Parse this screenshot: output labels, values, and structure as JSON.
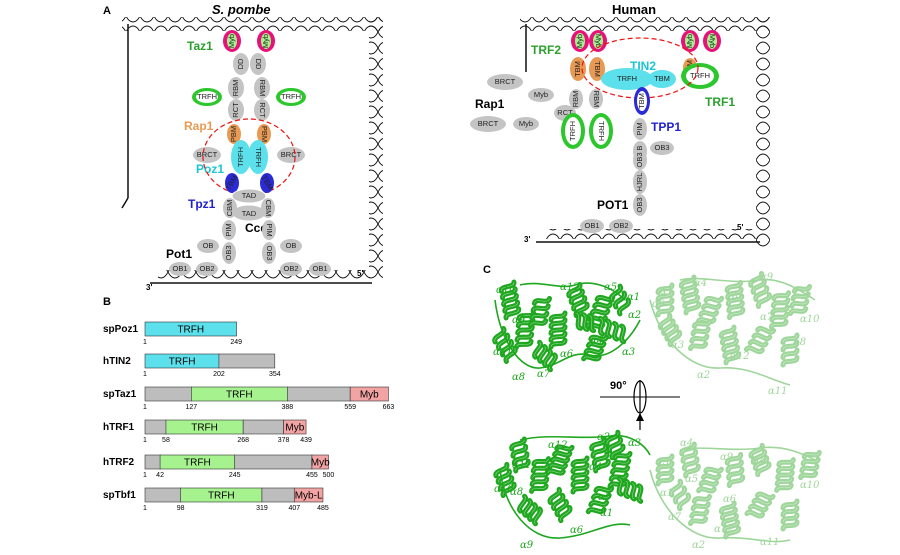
{
  "panel_a": {
    "letter": "A",
    "title_left": "S. pombe",
    "title_right": "Human",
    "spombe": {
      "taz1": "Taz1",
      "rap1": "Rap1",
      "poz1": "Poz1",
      "tpz1": "Tpz1",
      "ccq1": "Ccq1",
      "pot1": "Pot1",
      "end3": "3'",
      "end5": "5'",
      "domains": {
        "myb": "Myb",
        "dd": "DD",
        "rct": "RCT",
        "rbm": "RBM",
        "trfh": "TRFH",
        "pbm": "PBM",
        "brct": "BRCT",
        "tbm": "TBM",
        "tad": "TAD",
        "cbm": "CBM",
        "pim": "PIM",
        "ob": "OB",
        "ob3": "OB3",
        "ob1": "OB1",
        "ob2": "OB2"
      }
    },
    "human": {
      "trf2": "TRF2",
      "tin2": "TIN2",
      "rap1": "Rap1",
      "trf1": "TRF1",
      "tpp1": "TPP1",
      "pot1": "POT1",
      "end3": "3'",
      "end5": "5'",
      "domains": {
        "myb": "Myb",
        "tbm": "TBM",
        "trfh": "TRFH",
        "brct": "BRCT",
        "rct": "RCT",
        "rbm": "RBM",
        "pim": "PIM",
        "ob": "OB",
        "ob3": "OB3",
        "hjrl": "HJRL",
        "ob1": "OB1",
        "ob2": "OB2"
      }
    }
  },
  "panel_b": {
    "letter": "B",
    "proteins": [
      {
        "name": "spPoz1",
        "length": 249,
        "segments": [
          {
            "label": "TRFH",
            "start": 1,
            "end": 249,
            "type": "trfh_cyan"
          }
        ],
        "ticks": [
          1,
          249
        ]
      },
      {
        "name": "hTIN2",
        "length": 354,
        "segments": [
          {
            "label": "TRFH",
            "start": 1,
            "end": 202,
            "type": "trfh_cyan"
          },
          {
            "label": "",
            "start": 202,
            "end": 354,
            "type": "gray"
          }
        ],
        "ticks": [
          1,
          202,
          354
        ]
      },
      {
        "name": "spTaz1",
        "length": 663,
        "segments": [
          {
            "label": "",
            "start": 1,
            "end": 127,
            "type": "gray"
          },
          {
            "label": "TRFH",
            "start": 127,
            "end": 388,
            "type": "trfh_green"
          },
          {
            "label": "",
            "start": 388,
            "end": 559,
            "type": "gray"
          },
          {
            "label": "Myb",
            "start": 559,
            "end": 663,
            "type": "myb"
          }
        ],
        "ticks": [
          1,
          127,
          388,
          559,
          663
        ]
      },
      {
        "name": "hTRF1",
        "length": 439,
        "segments": [
          {
            "label": "",
            "start": 1,
            "end": 58,
            "type": "gray"
          },
          {
            "label": "TRFH",
            "start": 58,
            "end": 268,
            "type": "trfh_green"
          },
          {
            "label": "",
            "start": 268,
            "end": 378,
            "type": "gray"
          },
          {
            "label": "Myb",
            "start": 378,
            "end": 439,
            "type": "myb"
          }
        ],
        "ticks": [
          1,
          58,
          268,
          378,
          439
        ]
      },
      {
        "name": "hTRF2",
        "length": 500,
        "segments": [
          {
            "label": "",
            "start": 1,
            "end": 42,
            "type": "gray"
          },
          {
            "label": "TRFH",
            "start": 42,
            "end": 245,
            "type": "trfh_green"
          },
          {
            "label": "",
            "start": 245,
            "end": 455,
            "type": "gray"
          },
          {
            "label": "Myb",
            "start": 455,
            "end": 500,
            "type": "myb"
          }
        ],
        "ticks": [
          1,
          42,
          245,
          455,
          500
        ]
      },
      {
        "name": "spTbf1",
        "length": 485,
        "segments": [
          {
            "label": "",
            "start": 1,
            "end": 98,
            "type": "gray"
          },
          {
            "label": "TRFH",
            "start": 98,
            "end": 319,
            "type": "trfh_green"
          },
          {
            "label": "",
            "start": 319,
            "end": 407,
            "type": "gray"
          },
          {
            "label": "Myb-L",
            "start": 407,
            "end": 485,
            "type": "myb"
          }
        ],
        "ticks": [
          1,
          98,
          319,
          407,
          485
        ]
      }
    ],
    "colors": {
      "trfh_cyan": "#5ce0ec",
      "trfh_green": "#a6f28f",
      "gray": "#bdbdbd",
      "myb": "#f2a3a3"
    }
  },
  "panel_c": {
    "letter": "C",
    "rotation": "90°",
    "colors": {
      "dark": "#1fa81f",
      "light": "#9fd69b"
    },
    "top_dark_labels": [
      "α10",
      "α9",
      "α11",
      "α8",
      "α7",
      "α12",
      "α6",
      "α5",
      "α1",
      "α2",
      "α4",
      "α3"
    ],
    "top_light_labels": [
      "α1",
      "α5",
      "α4",
      "α6",
      "α9",
      "α3",
      "α7",
      "α10",
      "α12",
      "α8",
      "α2",
      "α11"
    ],
    "bottom_dark_labels": [
      "α12",
      "α2",
      "α3",
      "α11",
      "α10",
      "α8",
      "α7",
      "α5",
      "α1",
      "α6",
      "α9",
      "α4"
    ],
    "bottom_light_labels": [
      "α4",
      "α3",
      "α5",
      "α9",
      "α8",
      "α1",
      "α6",
      "α10",
      "α7",
      "α2",
      "α12",
      "α11"
    ]
  }
}
